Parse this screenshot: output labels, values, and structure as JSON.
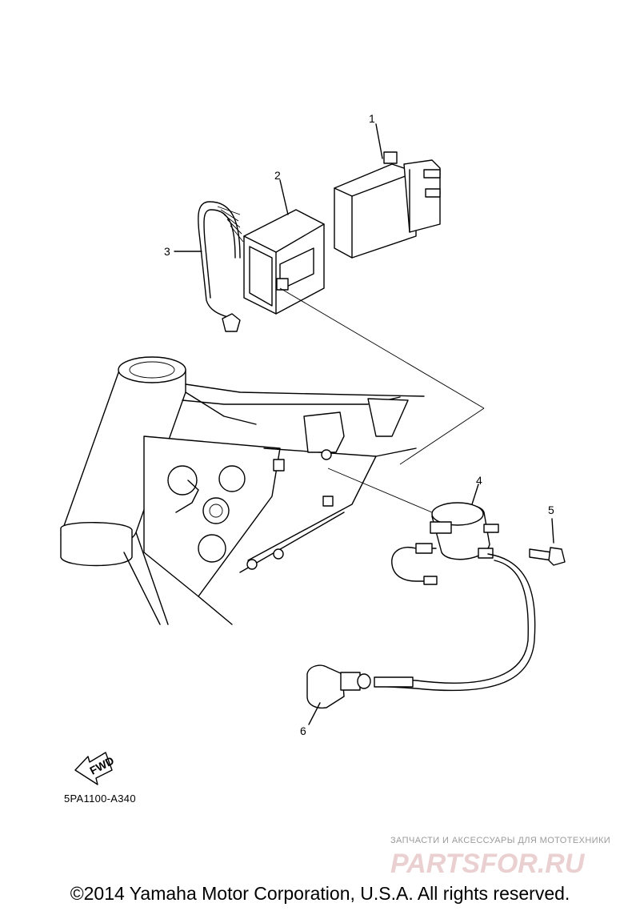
{
  "diagram": {
    "callouts": [
      "1",
      "2",
      "3",
      "4",
      "5",
      "6"
    ],
    "direction_label": "FWD",
    "part_code": "5PA1100-A340"
  },
  "watermark": {
    "tagline": "ЗАПЧАСТИ И АКСЕССУАРЫ ДЛЯ МОТОТЕХНИКИ",
    "logo_text": "PARTSFOR.RU",
    "accent_color": "#d9aaaa"
  },
  "footer": {
    "copyright": "©2014 Yamaha Motor Corporation, U.S.A. All rights reserved."
  }
}
